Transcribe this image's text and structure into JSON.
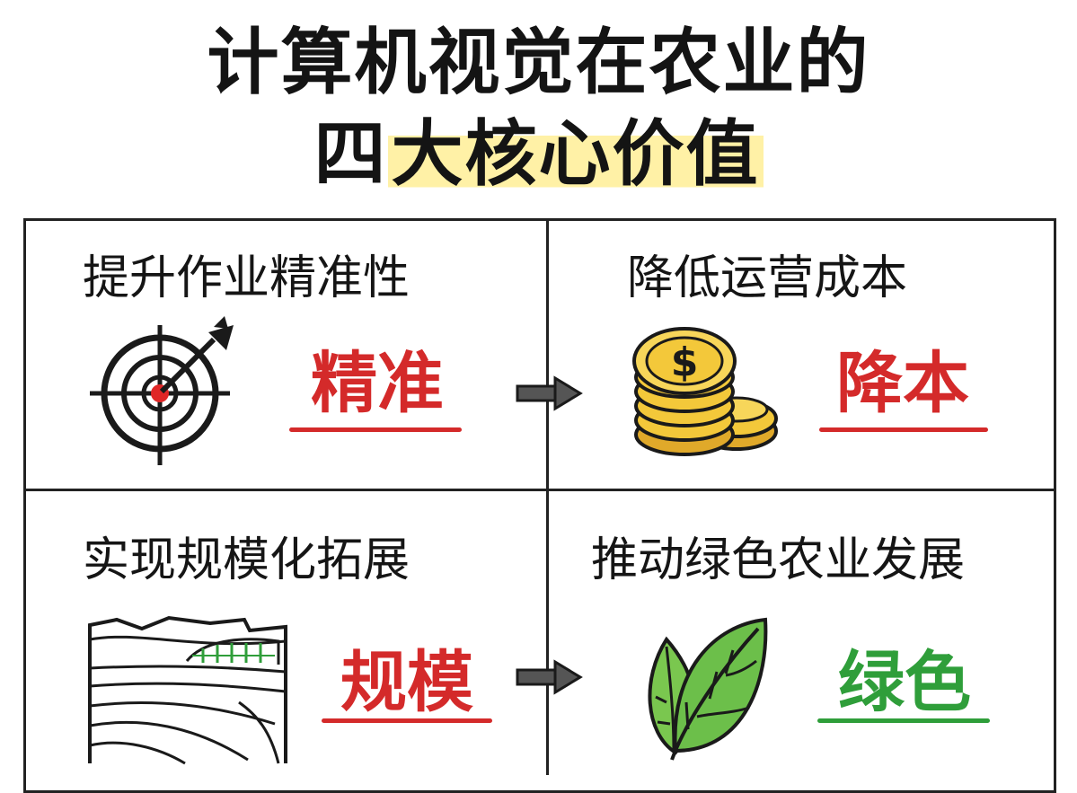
{
  "title": {
    "line1": "计算机视觉在农业的",
    "line2_plain": "四",
    "line2_highlight": "大核心价值"
  },
  "colors": {
    "red": "#d42a2a",
    "green": "#2f9e3a",
    "highlight": "#fff1a6",
    "line": "#222222",
    "coin": "#f3c83a",
    "leaf": "#6cbf4a"
  },
  "cells": [
    {
      "heading": "提升作业精准性",
      "keyword": "精准",
      "keyword_color": "#d42a2a",
      "icon": "target-arrow-icon"
    },
    {
      "heading": "降低运营成本",
      "keyword": "降本",
      "keyword_color": "#d42a2a",
      "icon": "coin-stack-icon",
      "coin_symbol": "$"
    },
    {
      "heading": "实现规模化拓展",
      "keyword": "规模",
      "keyword_color": "#d42a2a",
      "icon": "farm-field-icon"
    },
    {
      "heading": "推动绿色农业发展",
      "keyword": "绿色",
      "keyword_color": "#2f9e3a",
      "icon": "leaf-icon"
    }
  ]
}
